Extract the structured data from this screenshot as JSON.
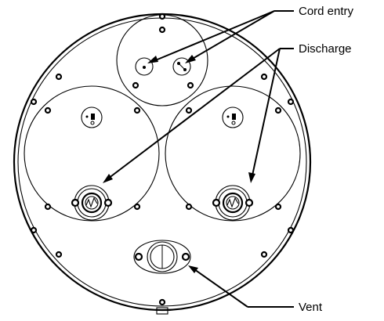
{
  "labels": {
    "cord_entry": "Cord entry",
    "discharge": "Discharge",
    "vent": "Vent"
  }
}
